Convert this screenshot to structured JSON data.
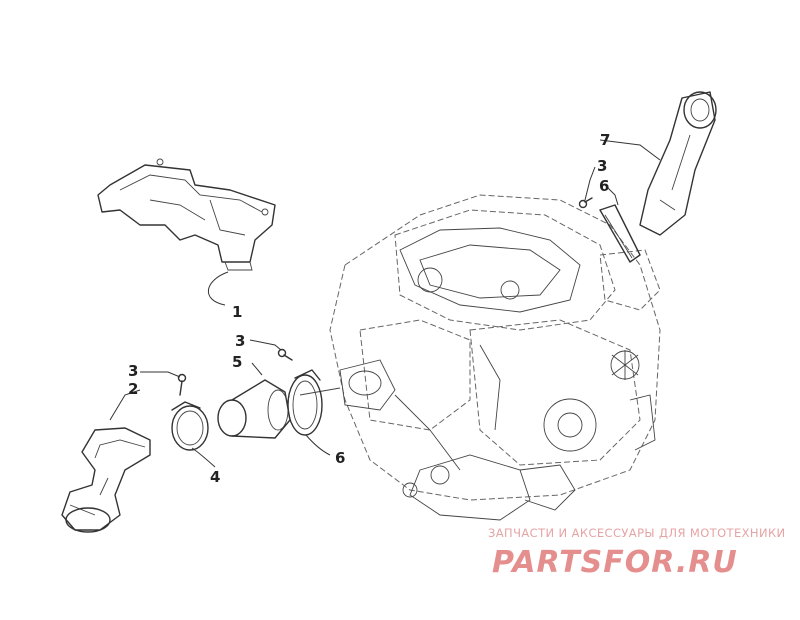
{
  "callouts": [
    {
      "id": "1",
      "label": "1"
    },
    {
      "id": "2",
      "label": "2"
    },
    {
      "id": "3a",
      "label": "3"
    },
    {
      "id": "3b",
      "label": "3"
    },
    {
      "id": "3c",
      "label": "3"
    },
    {
      "id": "4",
      "label": "4"
    },
    {
      "id": "5",
      "label": "5"
    },
    {
      "id": "6a",
      "label": "6"
    },
    {
      "id": "6b",
      "label": "6"
    },
    {
      "id": "7",
      "label": "7"
    }
  ],
  "watermark": {
    "tagline": "ЗАПЧАСТИ И АКСЕССУАРЫ ДЛЯ МОТОТЕХНИКИ",
    "logo": "PARTSFOR.RU",
    "color": "#e58e8e"
  }
}
